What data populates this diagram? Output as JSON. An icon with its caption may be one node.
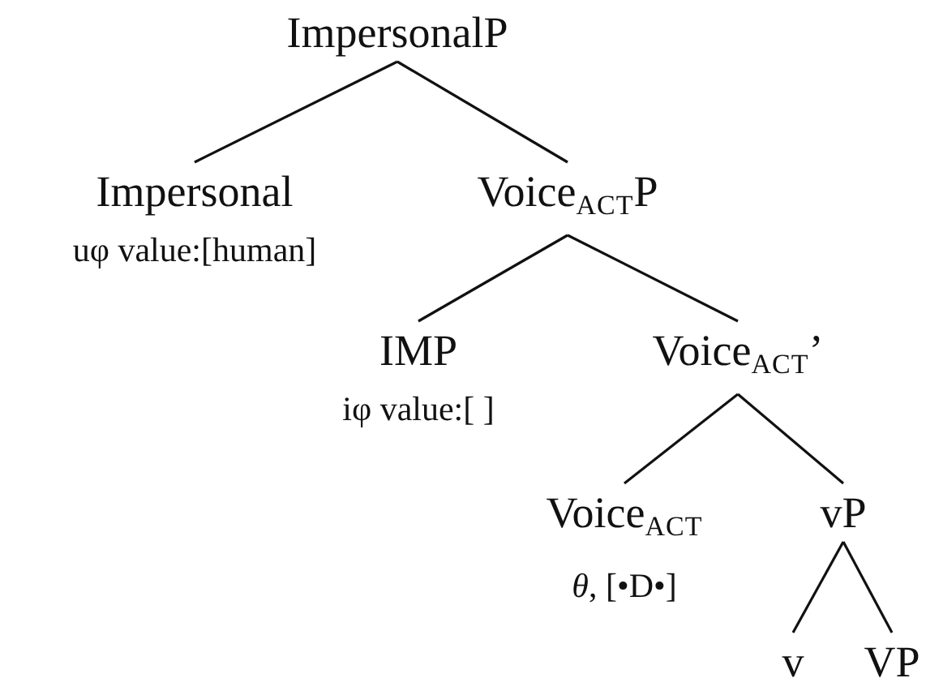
{
  "diagram": {
    "nodes": [
      {
        "text": [
          "ImpersonalP"
        ]
      },
      {
        "text": [
          "Impersonal"
        ],
        "beside": [
          "uφ value:[human]"
        ]
      },
      {
        "text": [
          "Voice$_{ACT}$P"
        ]
      },
      {
        "text": [
          "IMP"
        ],
        "beside": [
          "iφ value:[ ]"
        ]
      },
      {
        "text": [
          "Voice$_{ACT}$’"
        ]
      },
      {
        "text": [
          "Voice$_{ACT}$"
        ],
        "beside": [
          "*θ*, [•D•]"
        ]
      },
      {
        "text": [
          "vP"
        ]
      },
      {
        "text": [
          "v"
        ]
      },
      {
        "text": [
          "VP"
        ]
      }
    ],
    "edges": [
      {
        "from": 0,
        "to": 1,
        "arrow": "none"
      },
      {
        "from": 0,
        "to": 2,
        "arrow": "none"
      },
      {
        "from": 2,
        "to": 3,
        "arrow": "none"
      },
      {
        "from": 2,
        "to": 4,
        "arrow": "none"
      },
      {
        "from": 4,
        "to": 5,
        "arrow": "none"
      },
      {
        "from": 4,
        "to": 6,
        "arrow": "none"
      },
      {
        "from": 6,
        "to": 7,
        "arrow": "none"
      },
      {
        "from": 6,
        "to": 8,
        "arrow": "none"
      }
    ]
  }
}
